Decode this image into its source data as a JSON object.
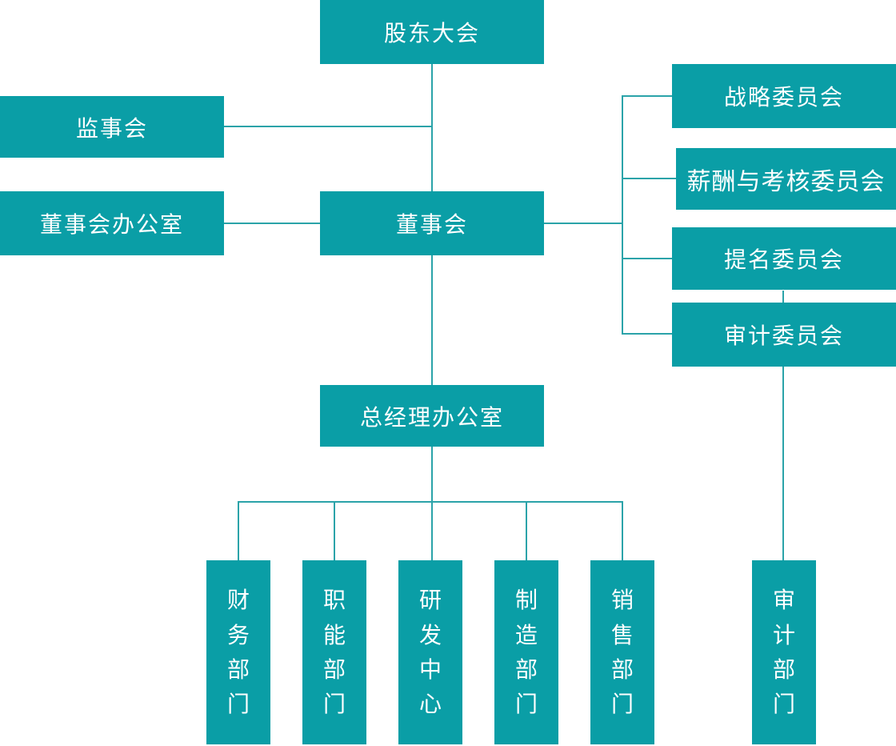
{
  "diagram": {
    "type": "org-chart",
    "title": "",
    "nodes": {
      "shareholders_meeting": {
        "label": "股东大会"
      },
      "supervisory_board": {
        "label": "监事会"
      },
      "board_office": {
        "label": "董事会办公室"
      },
      "board_of_directors": {
        "label": "董事会"
      },
      "strategy_committee": {
        "label": "战略委员会"
      },
      "remuneration_appraisal_committee": {
        "label": "薪酬与考核委员会"
      },
      "nomination_committee": {
        "label": "提名委员会"
      },
      "audit_committee": {
        "label": "审计委员会"
      },
      "general_manager_office": {
        "label": "总经理办公室"
      },
      "finance_department": {
        "label": "财务部门"
      },
      "functional_department": {
        "label": "职能部门"
      },
      "rd_center": {
        "label": "研发中心"
      },
      "manufacturing_department": {
        "label": "制造部门"
      },
      "sales_department": {
        "label": "销售部门"
      },
      "audit_department": {
        "label": "审计部门"
      }
    },
    "edges": [
      {
        "from": "shareholders_meeting",
        "to": "board_of_directors"
      },
      {
        "from": "shareholders_meeting",
        "to": "supervisory_board"
      },
      {
        "from": "board_of_directors",
        "to": "board_office"
      },
      {
        "from": "board_of_directors",
        "to": "strategy_committee"
      },
      {
        "from": "board_of_directors",
        "to": "remuneration_appraisal_committee"
      },
      {
        "from": "board_of_directors",
        "to": "nomination_committee"
      },
      {
        "from": "board_of_directors",
        "to": "audit_committee"
      },
      {
        "from": "board_of_directors",
        "to": "general_manager_office"
      },
      {
        "from": "general_manager_office",
        "to": "finance_department"
      },
      {
        "from": "general_manager_office",
        "to": "functional_department"
      },
      {
        "from": "general_manager_office",
        "to": "rd_center"
      },
      {
        "from": "general_manager_office",
        "to": "manufacturing_department"
      },
      {
        "from": "general_manager_office",
        "to": "sales_department"
      },
      {
        "from": "audit_committee",
        "to": "audit_department"
      }
    ],
    "colors": {
      "node_fill": "#0a9ea6",
      "node_text": "#ffffff",
      "connector": "#2ba3a9",
      "background": "#ffffff"
    }
  }
}
